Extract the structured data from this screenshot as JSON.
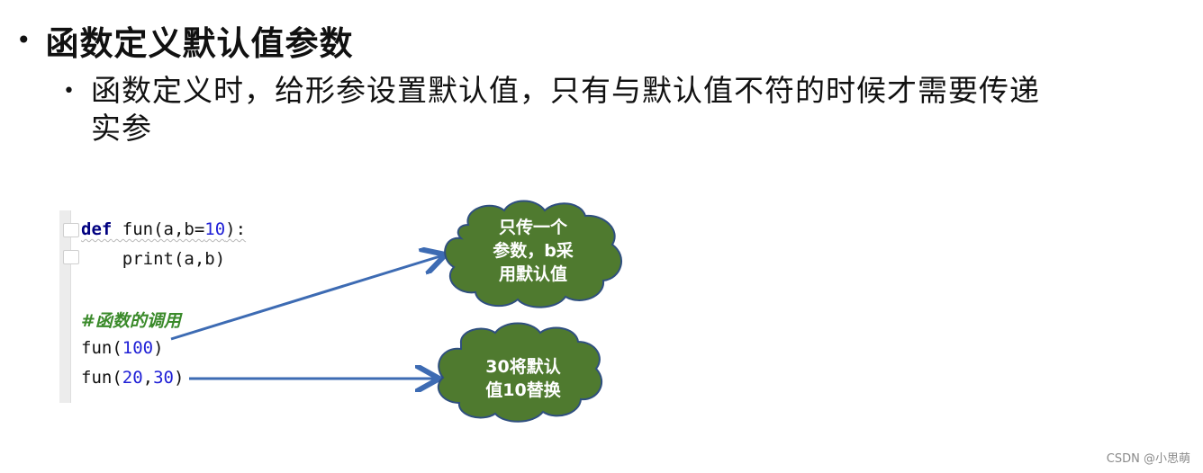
{
  "slide": {
    "heading": "函数定义默认值参数",
    "sub_bullet_line1": "函数定义时，给形参设置默认值，只有与默认值不符的时候才需要传递",
    "sub_bullet_line2": "实参"
  },
  "code": {
    "line1": {
      "kw": "def",
      "name": " fun(a,b=",
      "num": "10",
      "tail": "):"
    },
    "line2": "    print(a,b)",
    "comment": "#函数的调用",
    "call1": {
      "name": "fun(",
      "num": "100",
      "tail": ")"
    },
    "call2": {
      "name": "fun(",
      "num1": "20",
      "sep": ",",
      "num2": "30",
      "tail": ")"
    }
  },
  "callouts": [
    {
      "text_line1": "只传一个",
      "text_line2": "参数，b采",
      "text_line3": "用默认值"
    },
    {
      "text_line1": "30将默认",
      "text_line2": "值10替换"
    }
  ],
  "colors": {
    "cloud_fill": "#4f7a2f",
    "cloud_stroke": "#2f4f7f",
    "arrow": "#3d6bb3",
    "keyword": "#000080",
    "number": "#1f1fd6",
    "comment": "#3a8a2a"
  },
  "watermark": "CSDN @小思萌"
}
